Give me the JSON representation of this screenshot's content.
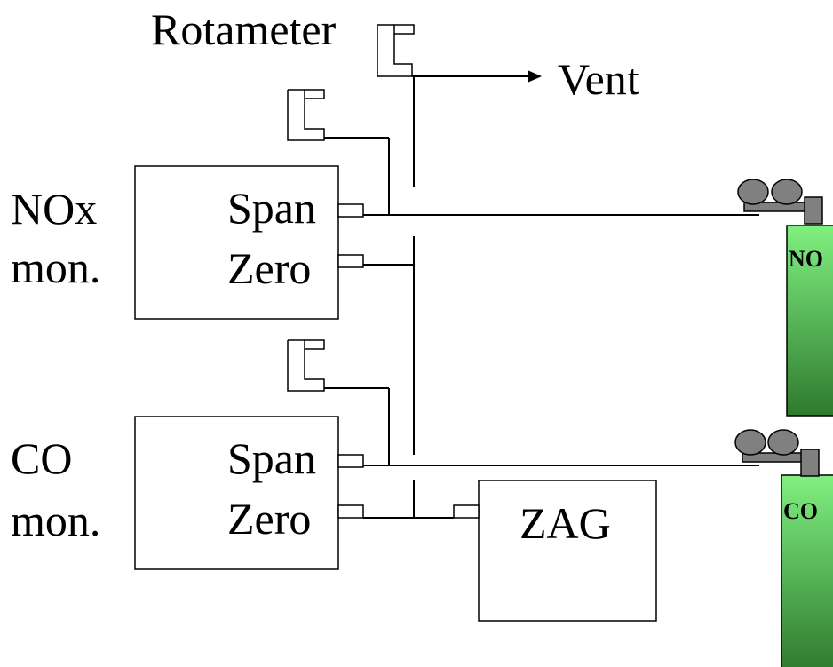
{
  "labels": {
    "rotameter": "Rotameter",
    "vent": "Vent",
    "nox_line1": "NOx",
    "nox_line2": "mon.",
    "co_line1": "CO",
    "co_line2": "mon.",
    "nox_span": "Span",
    "nox_zero": "Zero",
    "co_span": "Span",
    "co_zero": "Zero",
    "zag": "ZAG",
    "nox_cylinder": "NO",
    "co_cylinder": "CO"
  },
  "colors": {
    "cylinder_top": "#80f080",
    "cylinder_bottom": "#2f7a2f",
    "regulator": "#808080",
    "line": "#000000"
  }
}
